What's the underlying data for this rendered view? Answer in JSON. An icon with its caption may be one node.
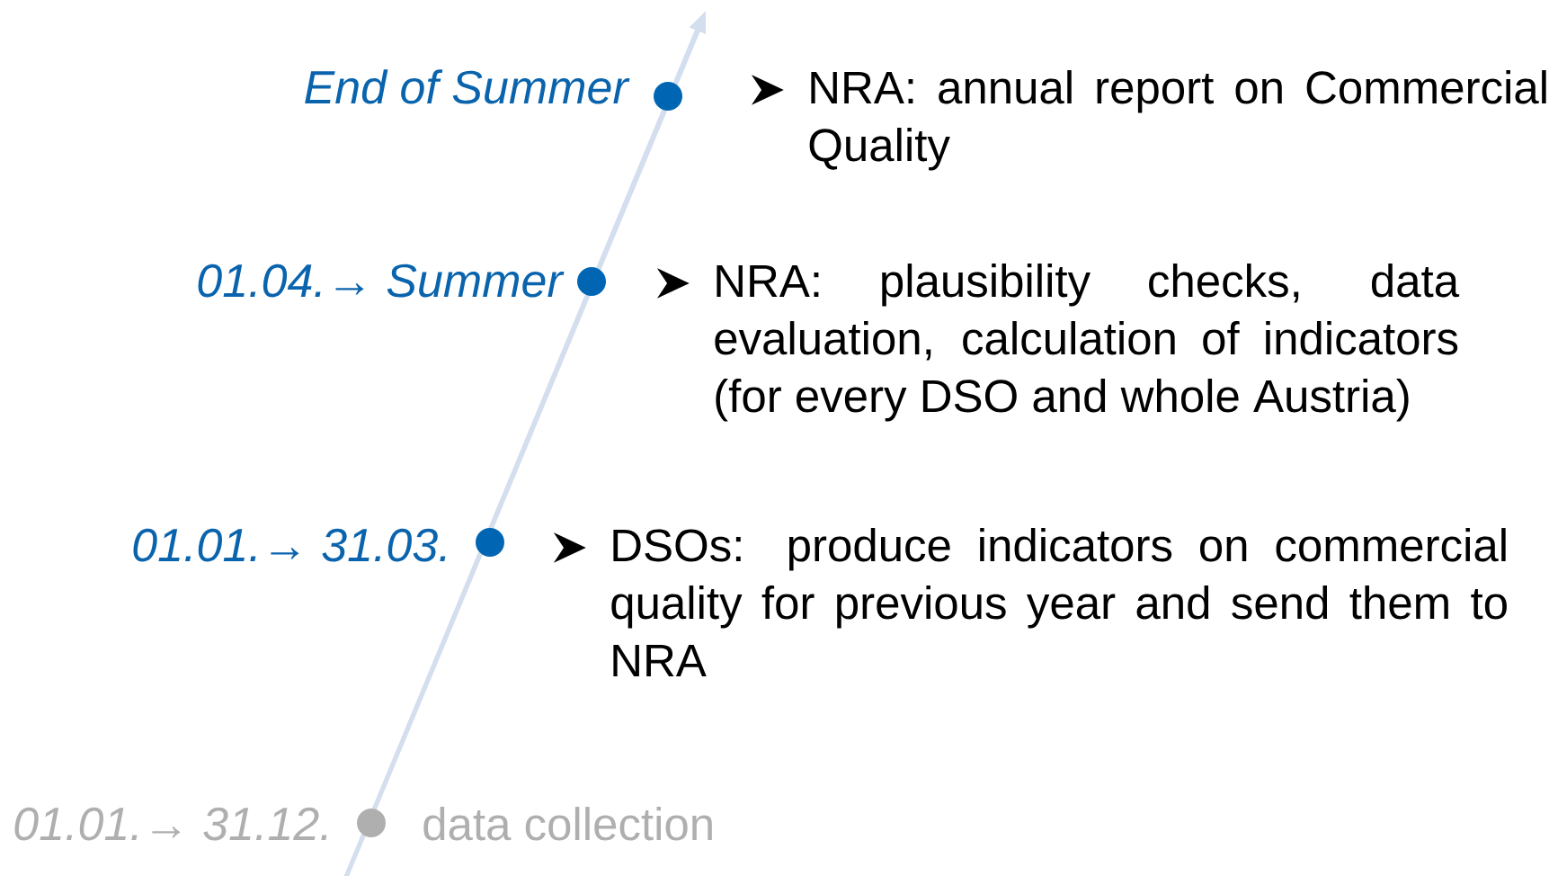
{
  "diagram": {
    "labels": [
      "End of Summer",
      "NRA: annual report on Commercial Quality",
      "01.04.→ Summer",
      "NRA: plausibility checks, data evaluation, calculation of indicators (for every DSO and whole Austria)",
      "01.01.→ 31.03.",
      "DSOs: produce indicators on commercial quality for previous year and send them to NRA",
      "01.01.→ 31.12.",
      "data collection"
    ]
  }
}
